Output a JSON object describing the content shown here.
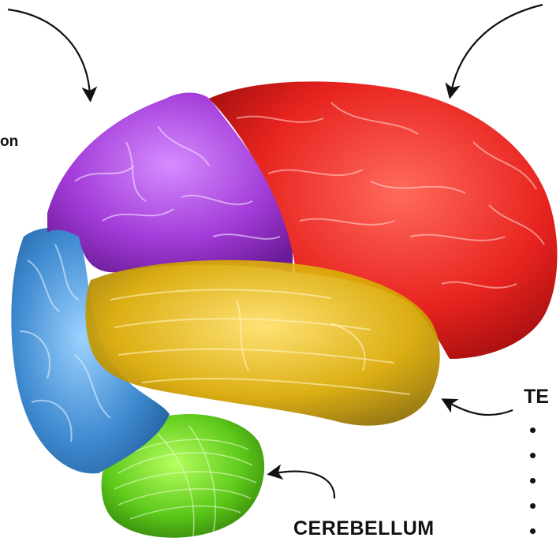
{
  "labels": {
    "partial_left": "on",
    "cerebellum": "CEREBELLUM",
    "temporal_partial": "TE"
  },
  "regions": [
    {
      "name": "frontal-lobe",
      "color": "#e8231f"
    },
    {
      "name": "parietal-lobe",
      "color": "#a23bd8"
    },
    {
      "name": "occipital-lobe",
      "color": "#3f8ad0"
    },
    {
      "name": "temporal-lobe",
      "color": "#d9a800"
    },
    {
      "name": "cerebellum",
      "color": "#5cc81a"
    }
  ],
  "bullet_count": 5,
  "colors": {
    "text": "#111111",
    "arrow": "#111111",
    "background": "#ffffff",
    "gyri_highlight": "#ffffff"
  }
}
